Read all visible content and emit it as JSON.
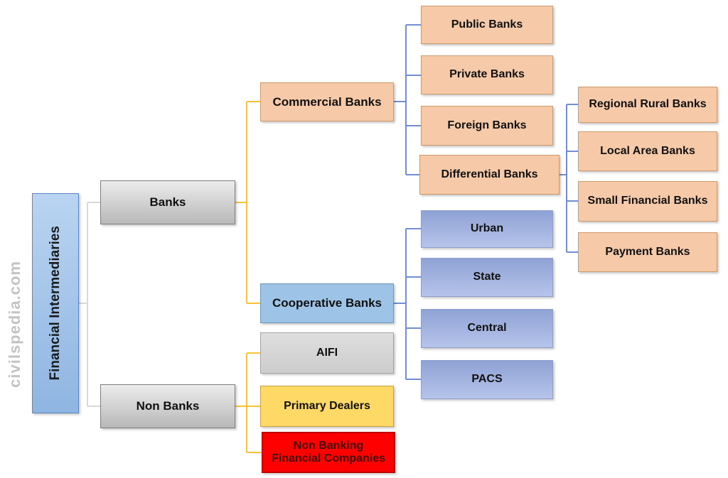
{
  "watermark": "civilspedia.com",
  "root": "Financial Intermediaries",
  "nodes": {
    "banks": "Banks",
    "non_banks": "Non Banks",
    "commercial_banks": "Commercial Banks",
    "cooperative_banks": "Cooperative Banks",
    "aifi": "AIFI",
    "primary_dealers": "Primary Dealers",
    "nbfc": "Non Banking Financial Companies",
    "public_banks": "Public Banks",
    "private_banks": "Private Banks",
    "foreign_banks": "Foreign Banks",
    "differential_banks": "Differential Banks",
    "regional_rural_banks": "Regional Rural Banks",
    "local_area_banks": "Local Area Banks",
    "small_financial_banks": "Small Financial Banks",
    "payment_banks": "Payment Banks",
    "urban": "Urban",
    "state": "State",
    "central": "Central",
    "pacs": "PACS"
  },
  "tree": {
    "Financial Intermediaries": [
      "Banks",
      "Non Banks"
    ],
    "Banks": [
      "Commercial Banks",
      "Cooperative Banks"
    ],
    "Commercial Banks": [
      "Public Banks",
      "Private Banks",
      "Foreign Banks",
      "Differential Banks"
    ],
    "Differential Banks": [
      "Regional Rural Banks",
      "Local Area Banks",
      "Small Financial Banks",
      "Payment Banks"
    ],
    "Cooperative Banks": [
      "Urban",
      "State",
      "Central",
      "PACS"
    ],
    "Non Banks": [
      "AIFI",
      "Primary Dealers",
      "Non Banking Financial Companies"
    ]
  },
  "colors": {
    "peach_fill": "#f6caa9",
    "peach_border": "#cf9a6a",
    "gray_fill_top": "#ececec",
    "gray_fill_bottom": "#b8b8b8",
    "gray_border": "#7f7f7f",
    "coop_blue_fill": "#9dc3e6",
    "coop_blue_border": "#6d97ba",
    "periwinkle_top": "#8fa2d5",
    "periwinkle_bottom": "#b6c4ea",
    "root_fill_top": "#b9d4f1",
    "root_fill_bottom": "#8fb5e1",
    "root_border": "#5b87c5",
    "gold_fill": "#ffd966",
    "gold_border": "#c9a23d",
    "red_fill": "#ff0000",
    "red_border": "#c00000",
    "red_text": "#450b0b",
    "connector_gray": "#d9d9d9",
    "connector_yellow": "#fdc230",
    "connector_blue": "#6f8fd2",
    "watermark_gray": "#c3c3c3"
  }
}
